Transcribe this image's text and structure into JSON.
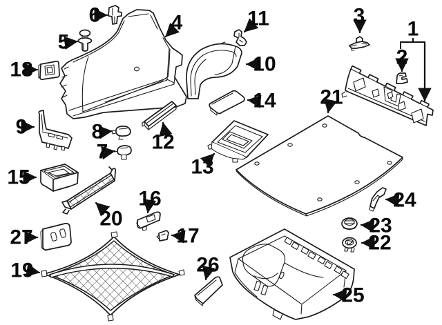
{
  "diagram": {
    "type": "exploded-parts-diagram",
    "background": "#ffffff",
    "line_color": "#1c1c1c",
    "shade_color": "#e9e9e9",
    "label_color": "#0a0a0a",
    "callout_labels": [
      "1",
      "2",
      "3",
      "4",
      "5",
      "6",
      "7",
      "8",
      "9",
      "10",
      "11",
      "12",
      "13",
      "14",
      "15",
      "16",
      "17",
      "18",
      "19",
      "20",
      "21",
      "22",
      "23",
      "24",
      "25",
      "26",
      "27"
    ]
  }
}
